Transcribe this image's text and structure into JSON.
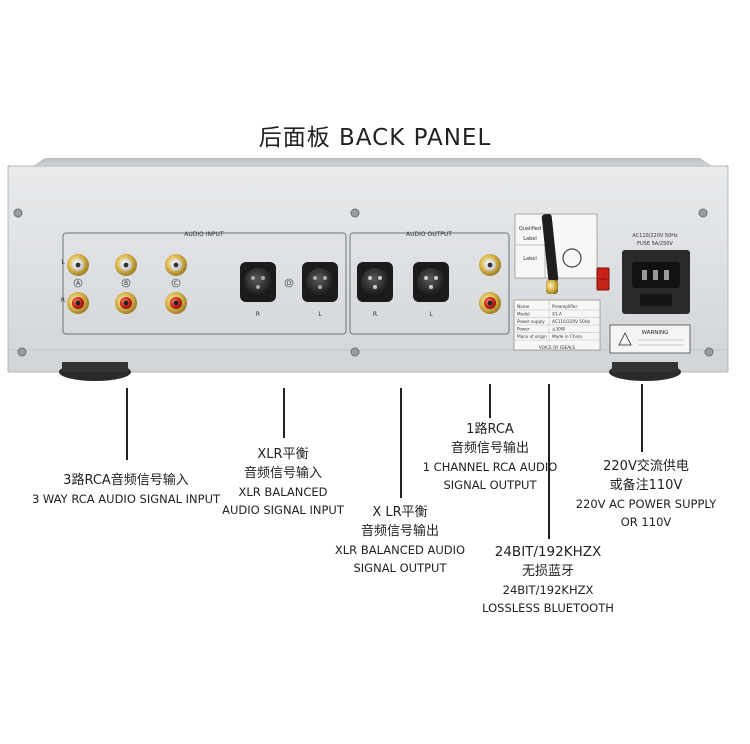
{
  "title": "后面板 BACK PANEL",
  "panel": {
    "audio_input_label": "AUDIO INPUT",
    "audio_output_label": "AUDIO OUTPUT",
    "input_letters": [
      "A",
      "B",
      "C",
      "D"
    ],
    "xlr_r": "R",
    "xlr_l": "L",
    "side_l": "L",
    "side_r": "R",
    "qualified_label": "Qualified",
    "label_word": "Label",
    "label_word2": "Label",
    "spec_rows": [
      {
        "key": "Name",
        "value": "Preamplifier"
      },
      {
        "key": "Model",
        "value": "X1-A"
      },
      {
        "key": "Power supply",
        "value": "AC110/220V 50Hz"
      },
      {
        "key": "Power",
        "value": "≤30W"
      },
      {
        "key": "Place of origin",
        "value": "Made in China"
      }
    ],
    "brand": "VOICE OF IDEALS",
    "power_spec_1": "AC110/220V 50Hz",
    "power_spec_2": "FUSE 5A/250V",
    "warning": "WARNING"
  },
  "callouts": {
    "rca_input": {
      "zh": "3路RCA音频信号输入",
      "en": "3 WAY RCA AUDIO SIGNAL INPUT"
    },
    "xlr_input": {
      "zh1": "XLR平衡",
      "zh2": "音频信号输入",
      "en1": "XLR BALANCED",
      "en2": "AUDIO SIGNAL INPUT"
    },
    "xlr_output": {
      "zh1": "X LR平衡",
      "zh2": "音频信号输出",
      "en1": "XLR BALANCED AUDIO",
      "en2": "SIGNAL OUTPUT"
    },
    "rca_output": {
      "zh1": "1路RCA",
      "zh2": "音频信号输出",
      "en1": "1 CHANNEL RCA AUDIO",
      "en2": "SIGNAL OUTPUT"
    },
    "bluetooth": {
      "big": "24BIT/192KHZX",
      "zh": "无损蓝牙",
      "en1": "24BIT/192KHZX",
      "en2": "LOSSLESS BLUETOOTH"
    },
    "power": {
      "zh1": "220V交流供电",
      "zh2": "或备注110V",
      "en1": "220V AC POWER SUPPLY",
      "en2": "OR 110V"
    }
  }
}
